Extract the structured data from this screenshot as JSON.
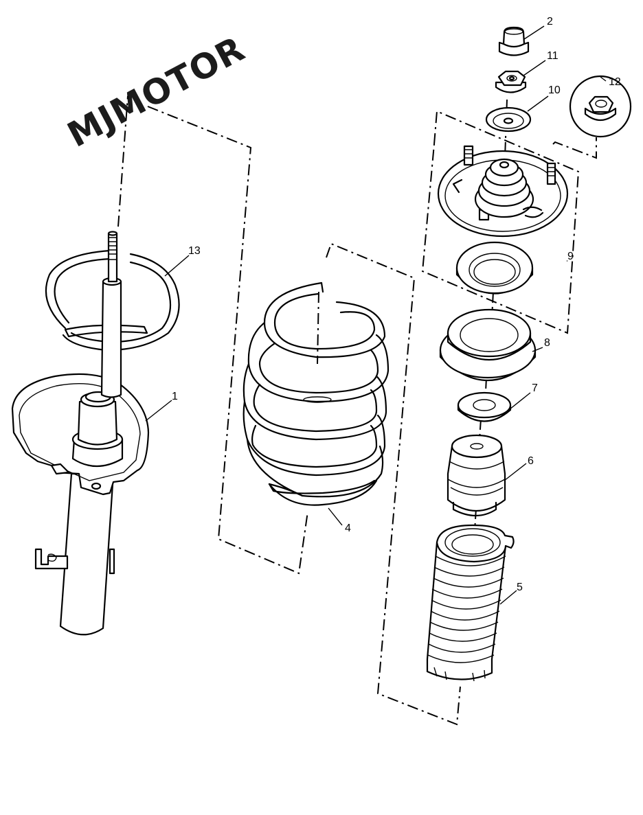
{
  "watermark": "MJMOTOR",
  "callouts": {
    "c1": "1",
    "c2": "2",
    "c4": "4",
    "c5": "5",
    "c6": "6",
    "c7": "7",
    "c8": "8",
    "c9": "9",
    "c10": "10",
    "c11": "11",
    "c12": "12",
    "c13": "13"
  }
}
